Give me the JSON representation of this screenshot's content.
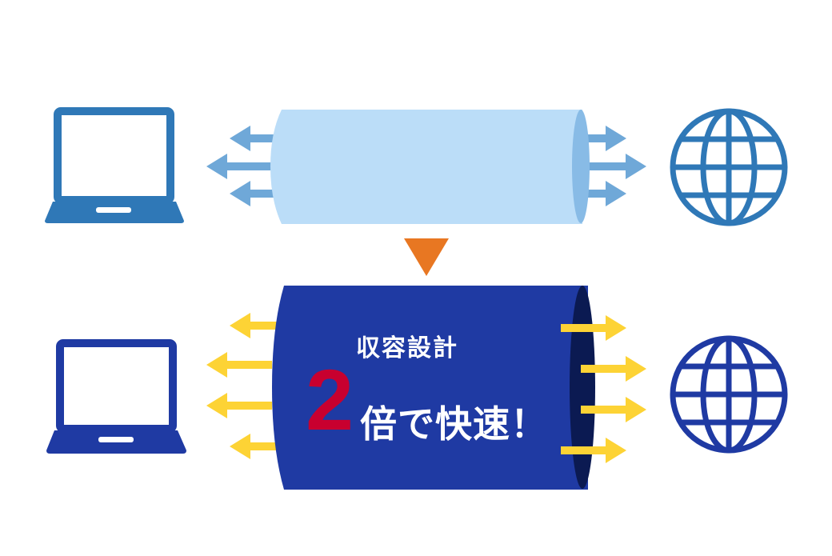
{
  "colors": {
    "before": "#2f78b7",
    "before_pipe": "#bbddf8",
    "before_arrow": "#6fa8d8",
    "after": "#1f3aa3",
    "after_pipe_end": "#0b1a52",
    "after_arrow": "#fdd335",
    "transition": "#e87722",
    "highlight": "#c8002f"
  },
  "after_pipe": {
    "title": "収容設計",
    "multiplier": "2",
    "tagline": "倍で快速！"
  }
}
